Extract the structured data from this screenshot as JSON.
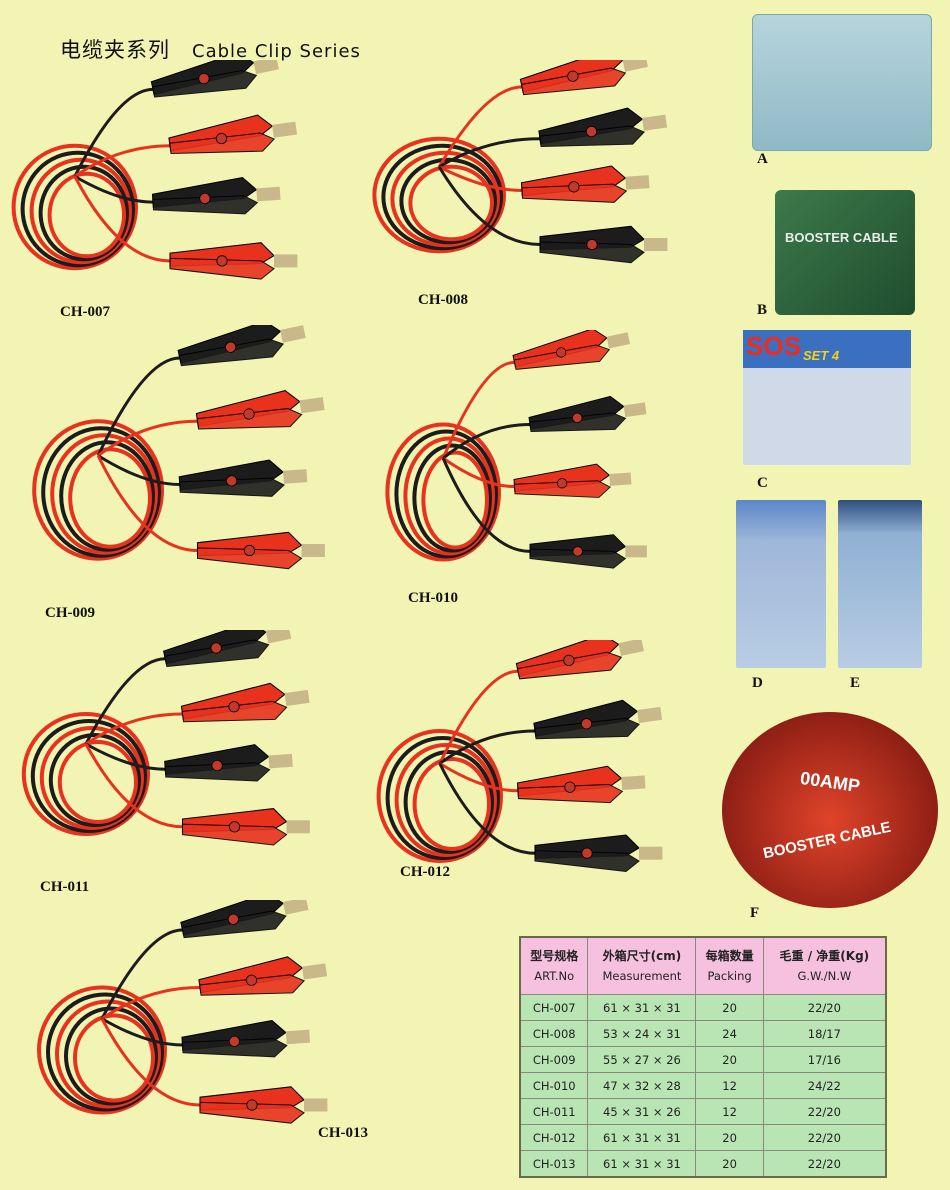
{
  "title": {
    "zh": "电缆夹系列",
    "en": "Cable Clip Series"
  },
  "products": [
    {
      "code": "CH-007"
    },
    {
      "code": "CH-008"
    },
    {
      "code": "CH-009"
    },
    {
      "code": "CH-010"
    },
    {
      "code": "CH-011"
    },
    {
      "code": "CH-012"
    },
    {
      "code": "CH-013"
    }
  ],
  "packages": [
    {
      "label": "A"
    },
    {
      "label": "B",
      "text": "BOOSTER CABLE"
    },
    {
      "label": "C",
      "text": "SOS",
      "sub": "SET 4"
    },
    {
      "label": "D"
    },
    {
      "label": "E"
    },
    {
      "label": "F",
      "text": "00AMP",
      "sub": "BOOSTER CABLE"
    }
  ],
  "table": {
    "headers": [
      {
        "zh": "型号规格",
        "en": "ART.No"
      },
      {
        "zh": "外箱尺寸(cm)",
        "en": "Measurement"
      },
      {
        "zh": "每箱数量",
        "en": "Packing"
      },
      {
        "zh": "毛重 / 净重(Kg)",
        "en": "G.W./N.W"
      }
    ],
    "rows": [
      [
        "CH-007",
        "61 × 31 × 31",
        "20",
        "22/20"
      ],
      [
        "CH-008",
        "53 × 24 × 31",
        "24",
        "18/17"
      ],
      [
        "CH-009",
        "55 × 27 × 26",
        "20",
        "17/16"
      ],
      [
        "CH-010",
        "47 × 32 × 28",
        "12",
        "24/22"
      ],
      [
        "CH-011",
        "45 × 31 × 26",
        "12",
        "22/20"
      ],
      [
        "CH-012",
        "61 × 31 × 31",
        "20",
        "22/20"
      ],
      [
        "CH-013",
        "61 × 31 × 31",
        "20",
        "22/20"
      ]
    ]
  },
  "colors": {
    "background": "#f1f4b2",
    "red": "#e8321e",
    "black": "#1c1c1c",
    "header": "#f5c1df",
    "cell": "#b9e4b3"
  }
}
